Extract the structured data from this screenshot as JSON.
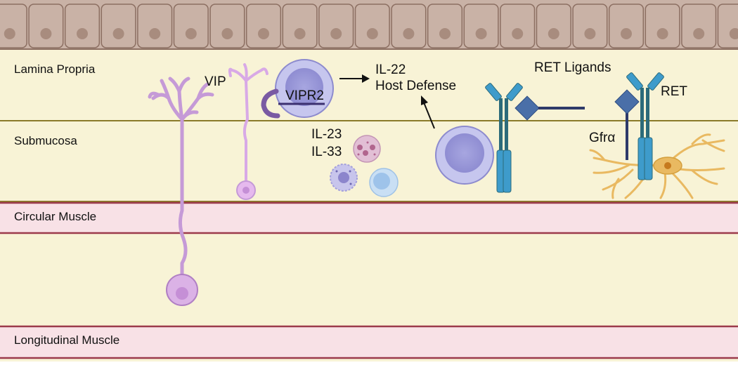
{
  "layers": {
    "lamina_propria": "Lamina Propria",
    "submucosa": "Submucosa",
    "circular_muscle": "Circular Muscle",
    "longitudinal_muscle": "Longitudinal Muscle"
  },
  "labels": {
    "vip": "VIP",
    "vipr2": "VIPR2",
    "il22": "IL-22",
    "host_defense": "Host Defense",
    "il23": "IL-23",
    "il33": "IL-33",
    "ret_ligands": "RET Ligands",
    "ret": "RET",
    "gfra": "Gfrα"
  },
  "colors": {
    "epithelium": "#c9b2a6",
    "epithelium_nucleus": "#a88c7e",
    "mucosa_background": "#f8f3d6",
    "layer_border": "#8a7a2a",
    "muscle": "#f8e1e6",
    "muscle_border": "#9b3a4b",
    "neuron": "#dbb2e6",
    "neuron_stroke": "#b07fc4",
    "immune_cell": "#c6c6ee",
    "immune_nucleus": "#9c9ad6",
    "receptor_blue": "#3e9bcb",
    "ligand_blue": "#4a6fa8",
    "vipr2_purple": "#7a5aa3",
    "glia": "#e9b961"
  }
}
